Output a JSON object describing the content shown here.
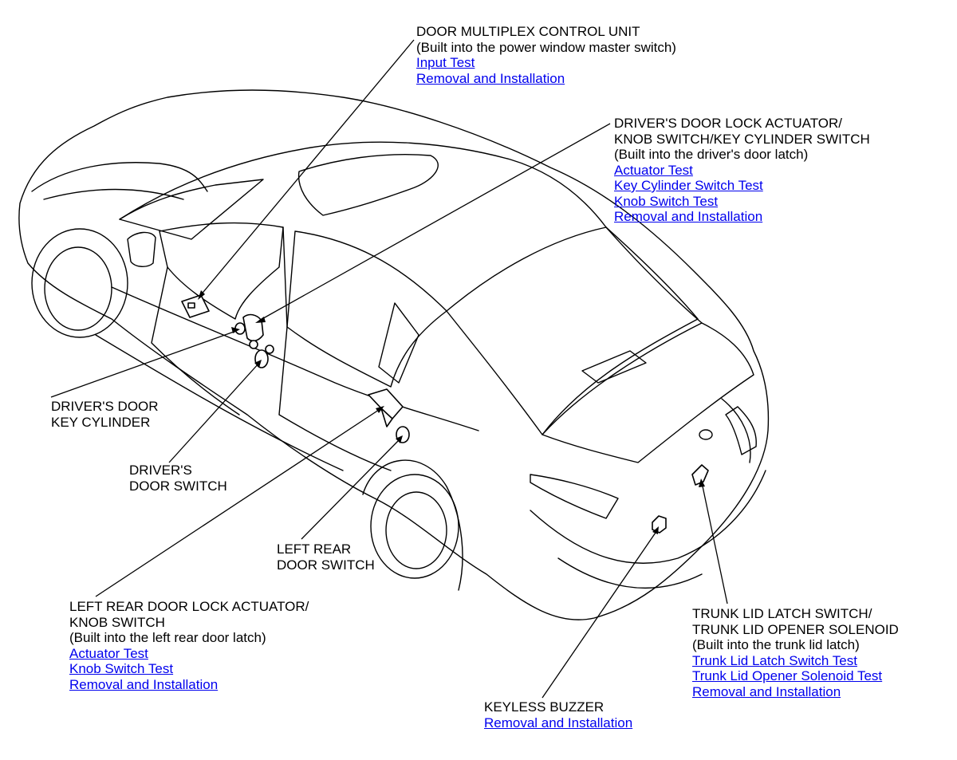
{
  "callouts": {
    "door_mpcu": {
      "lines": [
        "DOOR MULTIPLEX CONTROL UNIT",
        "(Built into the power window master switch)"
      ],
      "links": [
        "Input Test",
        "Removal and Installation"
      ]
    },
    "driver_lock": {
      "lines": [
        "DRIVER'S DOOR LOCK ACTUATOR/",
        "KNOB SWITCH/KEY CYLINDER SWITCH",
        "(Built into the driver's door latch)"
      ],
      "links": [
        "Actuator Test",
        "Key Cylinder Switch Test",
        "Knob Switch Test",
        "Removal and Installation"
      ]
    },
    "key_cylinder": {
      "lines": [
        "DRIVER'S DOOR",
        "KEY CYLINDER"
      ],
      "links": []
    },
    "driver_door_switch": {
      "lines": [
        "DRIVER'S",
        "DOOR SWITCH"
      ],
      "links": []
    },
    "left_rear_switch": {
      "lines": [
        "LEFT REAR",
        "DOOR SWITCH"
      ],
      "links": []
    },
    "left_rear_lock": {
      "lines": [
        "LEFT REAR DOOR LOCK ACTUATOR/",
        "KNOB SWITCH",
        "(Built into the left rear door latch)"
      ],
      "links": [
        "Actuator Test",
        "Knob Switch Test",
        "Removal and Installation"
      ]
    },
    "keyless_buzzer": {
      "lines": [
        "KEYLESS BUZZER"
      ],
      "links": [
        "Removal and Installation"
      ]
    },
    "trunk_latch": {
      "lines": [
        "TRUNK LID LATCH SWITCH/",
        "TRUNK LID OPENER SOLENOID",
        "(Built into the trunk lid latch)"
      ],
      "links": [
        "Trunk Lid Latch Switch Test",
        "Trunk Lid Opener Solenoid Test",
        "Removal and Installation"
      ]
    }
  },
  "colors": {
    "link": "#0000ee",
    "line": "#000000",
    "background": "#ffffff"
  }
}
